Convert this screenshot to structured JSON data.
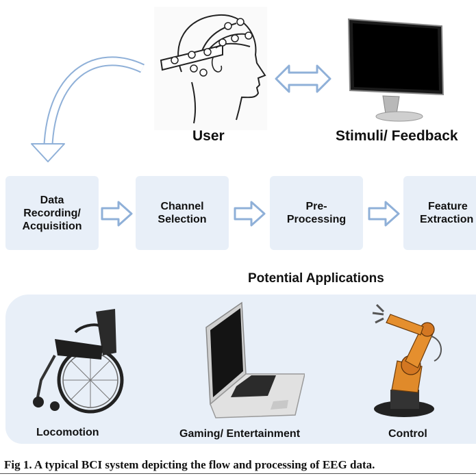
{
  "top": {
    "user_label": "User",
    "stimuli_label": "Stimuli/ Feedback"
  },
  "pipeline": {
    "steps": [
      {
        "line1": "Data",
        "line2": "Recording/",
        "line3": "Acquisition"
      },
      {
        "line1": "Channel",
        "line2": "Selection",
        "line3": ""
      },
      {
        "line1": "Pre-",
        "line2": "Processing",
        "line3": ""
      },
      {
        "line1": "Feature",
        "line2": "Extraction",
        "line3": ""
      }
    ]
  },
  "applications": {
    "title": "Potential Applications",
    "items": [
      {
        "label": "Locomotion",
        "icon": "wheelchair-icon"
      },
      {
        "label": "Gaming/ Entertainment",
        "icon": "laptop-icon"
      },
      {
        "label": "Control",
        "icon": "robot-arm-icon"
      }
    ]
  },
  "caption": "Fig 1. A typical BCI system depicting the flow and processing of EEG data.",
  "colors": {
    "box_fill": "#e8eff8",
    "arrow_stroke": "#8fb0d8",
    "panel_fill": "#e8eff8"
  }
}
